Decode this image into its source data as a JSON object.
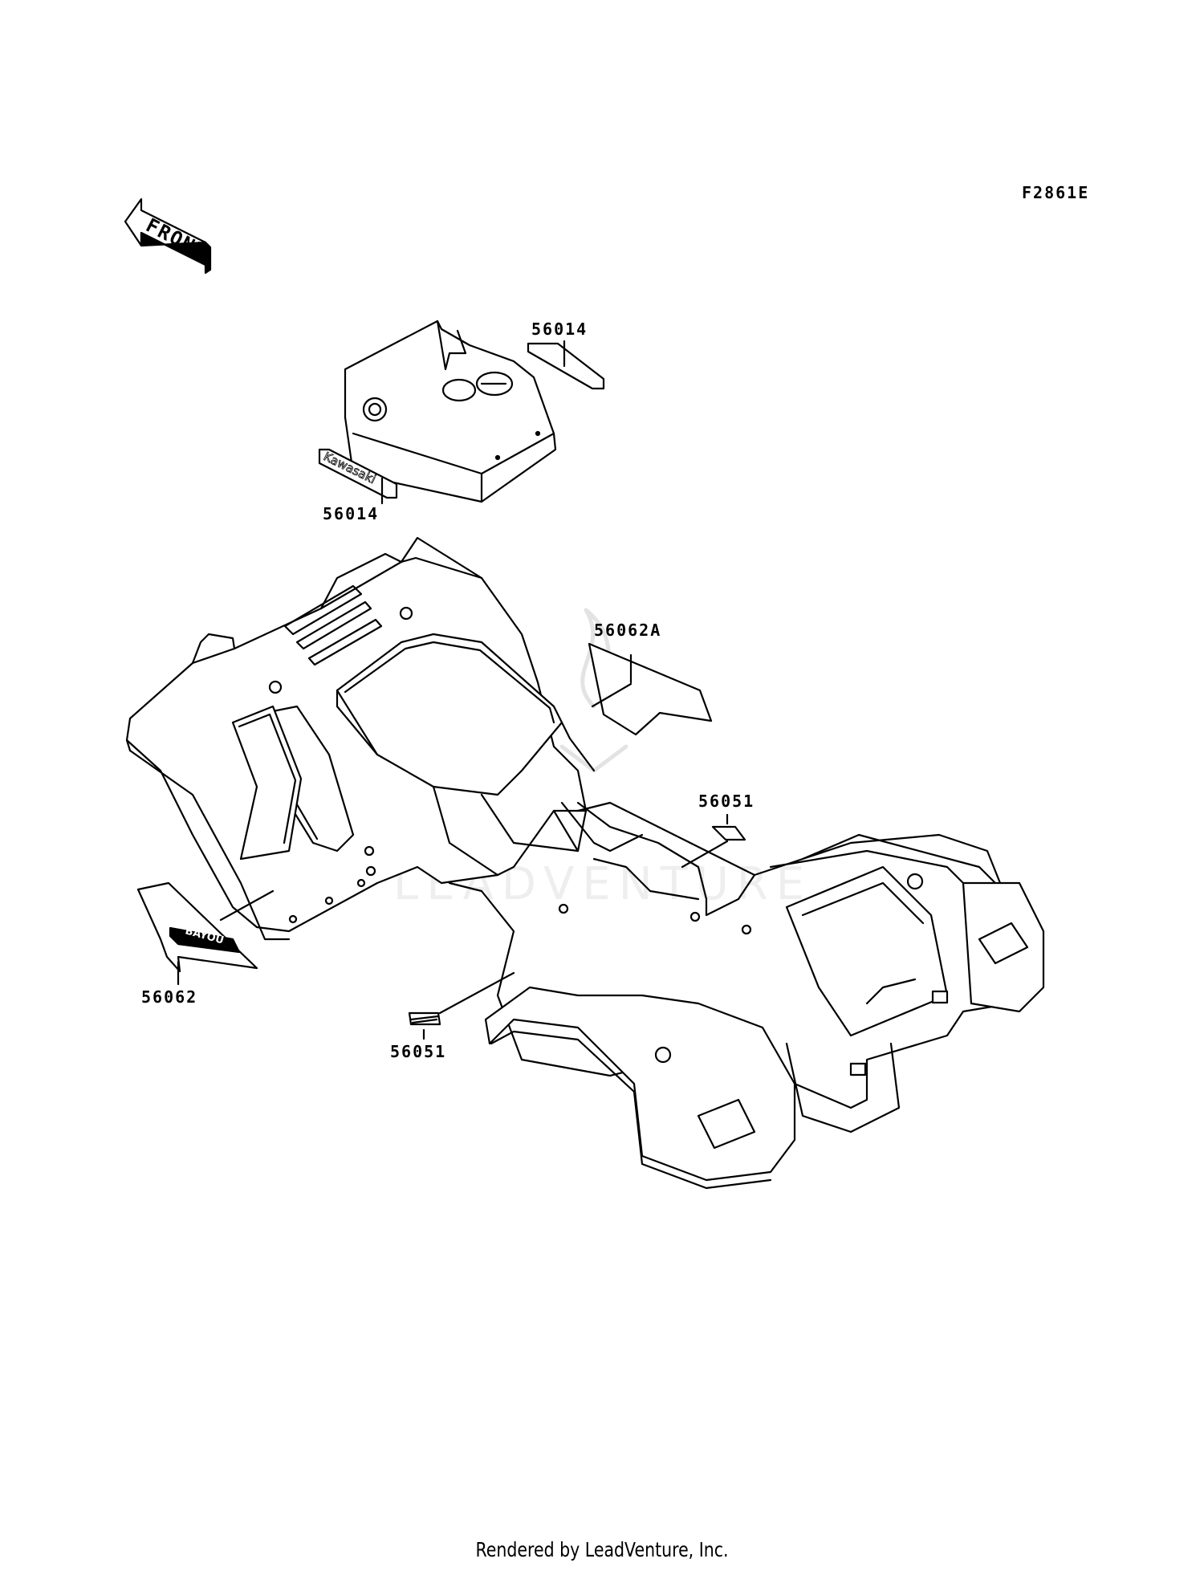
{
  "figure_code": "F2861E",
  "front_arrow_text": "FRONT",
  "decal_text": {
    "brand": "Kawasaki",
    "model": "BAYOU"
  },
  "watermark": "LEADVENTURE",
  "part_labels": [
    {
      "id": "p1",
      "text": "56014"
    },
    {
      "id": "p2",
      "text": "56014"
    },
    {
      "id": "p3",
      "text": "56062A"
    },
    {
      "id": "p4",
      "text": "56051"
    },
    {
      "id": "p5",
      "text": "56062"
    },
    {
      "id": "p6",
      "text": "56051"
    }
  ],
  "footer": "Rendered by LeadVenture, Inc."
}
